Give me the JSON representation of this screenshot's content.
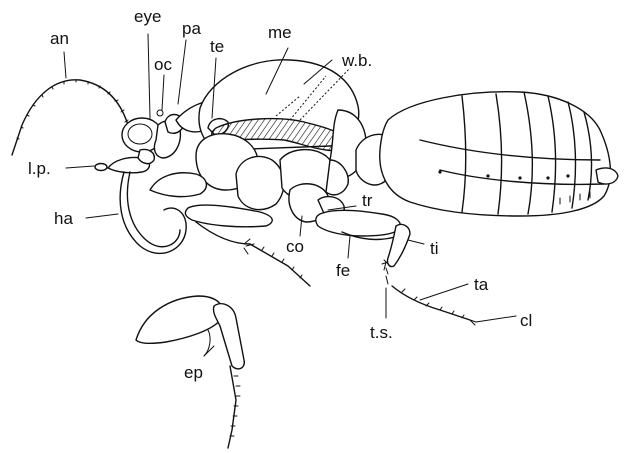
{
  "diagram": {
    "labels": {
      "an": "an",
      "eye": "eye",
      "pa": "pa",
      "me": "me",
      "oc": "oc",
      "te": "te",
      "wb": "w.b.",
      "lp": "l.p.",
      "ha": "ha",
      "co": "co",
      "tr": "tr",
      "fe": "fe",
      "ti": "ti",
      "ta": "ta",
      "cl": "cl",
      "ts": "t.s.",
      "ep": "ep"
    }
  }
}
